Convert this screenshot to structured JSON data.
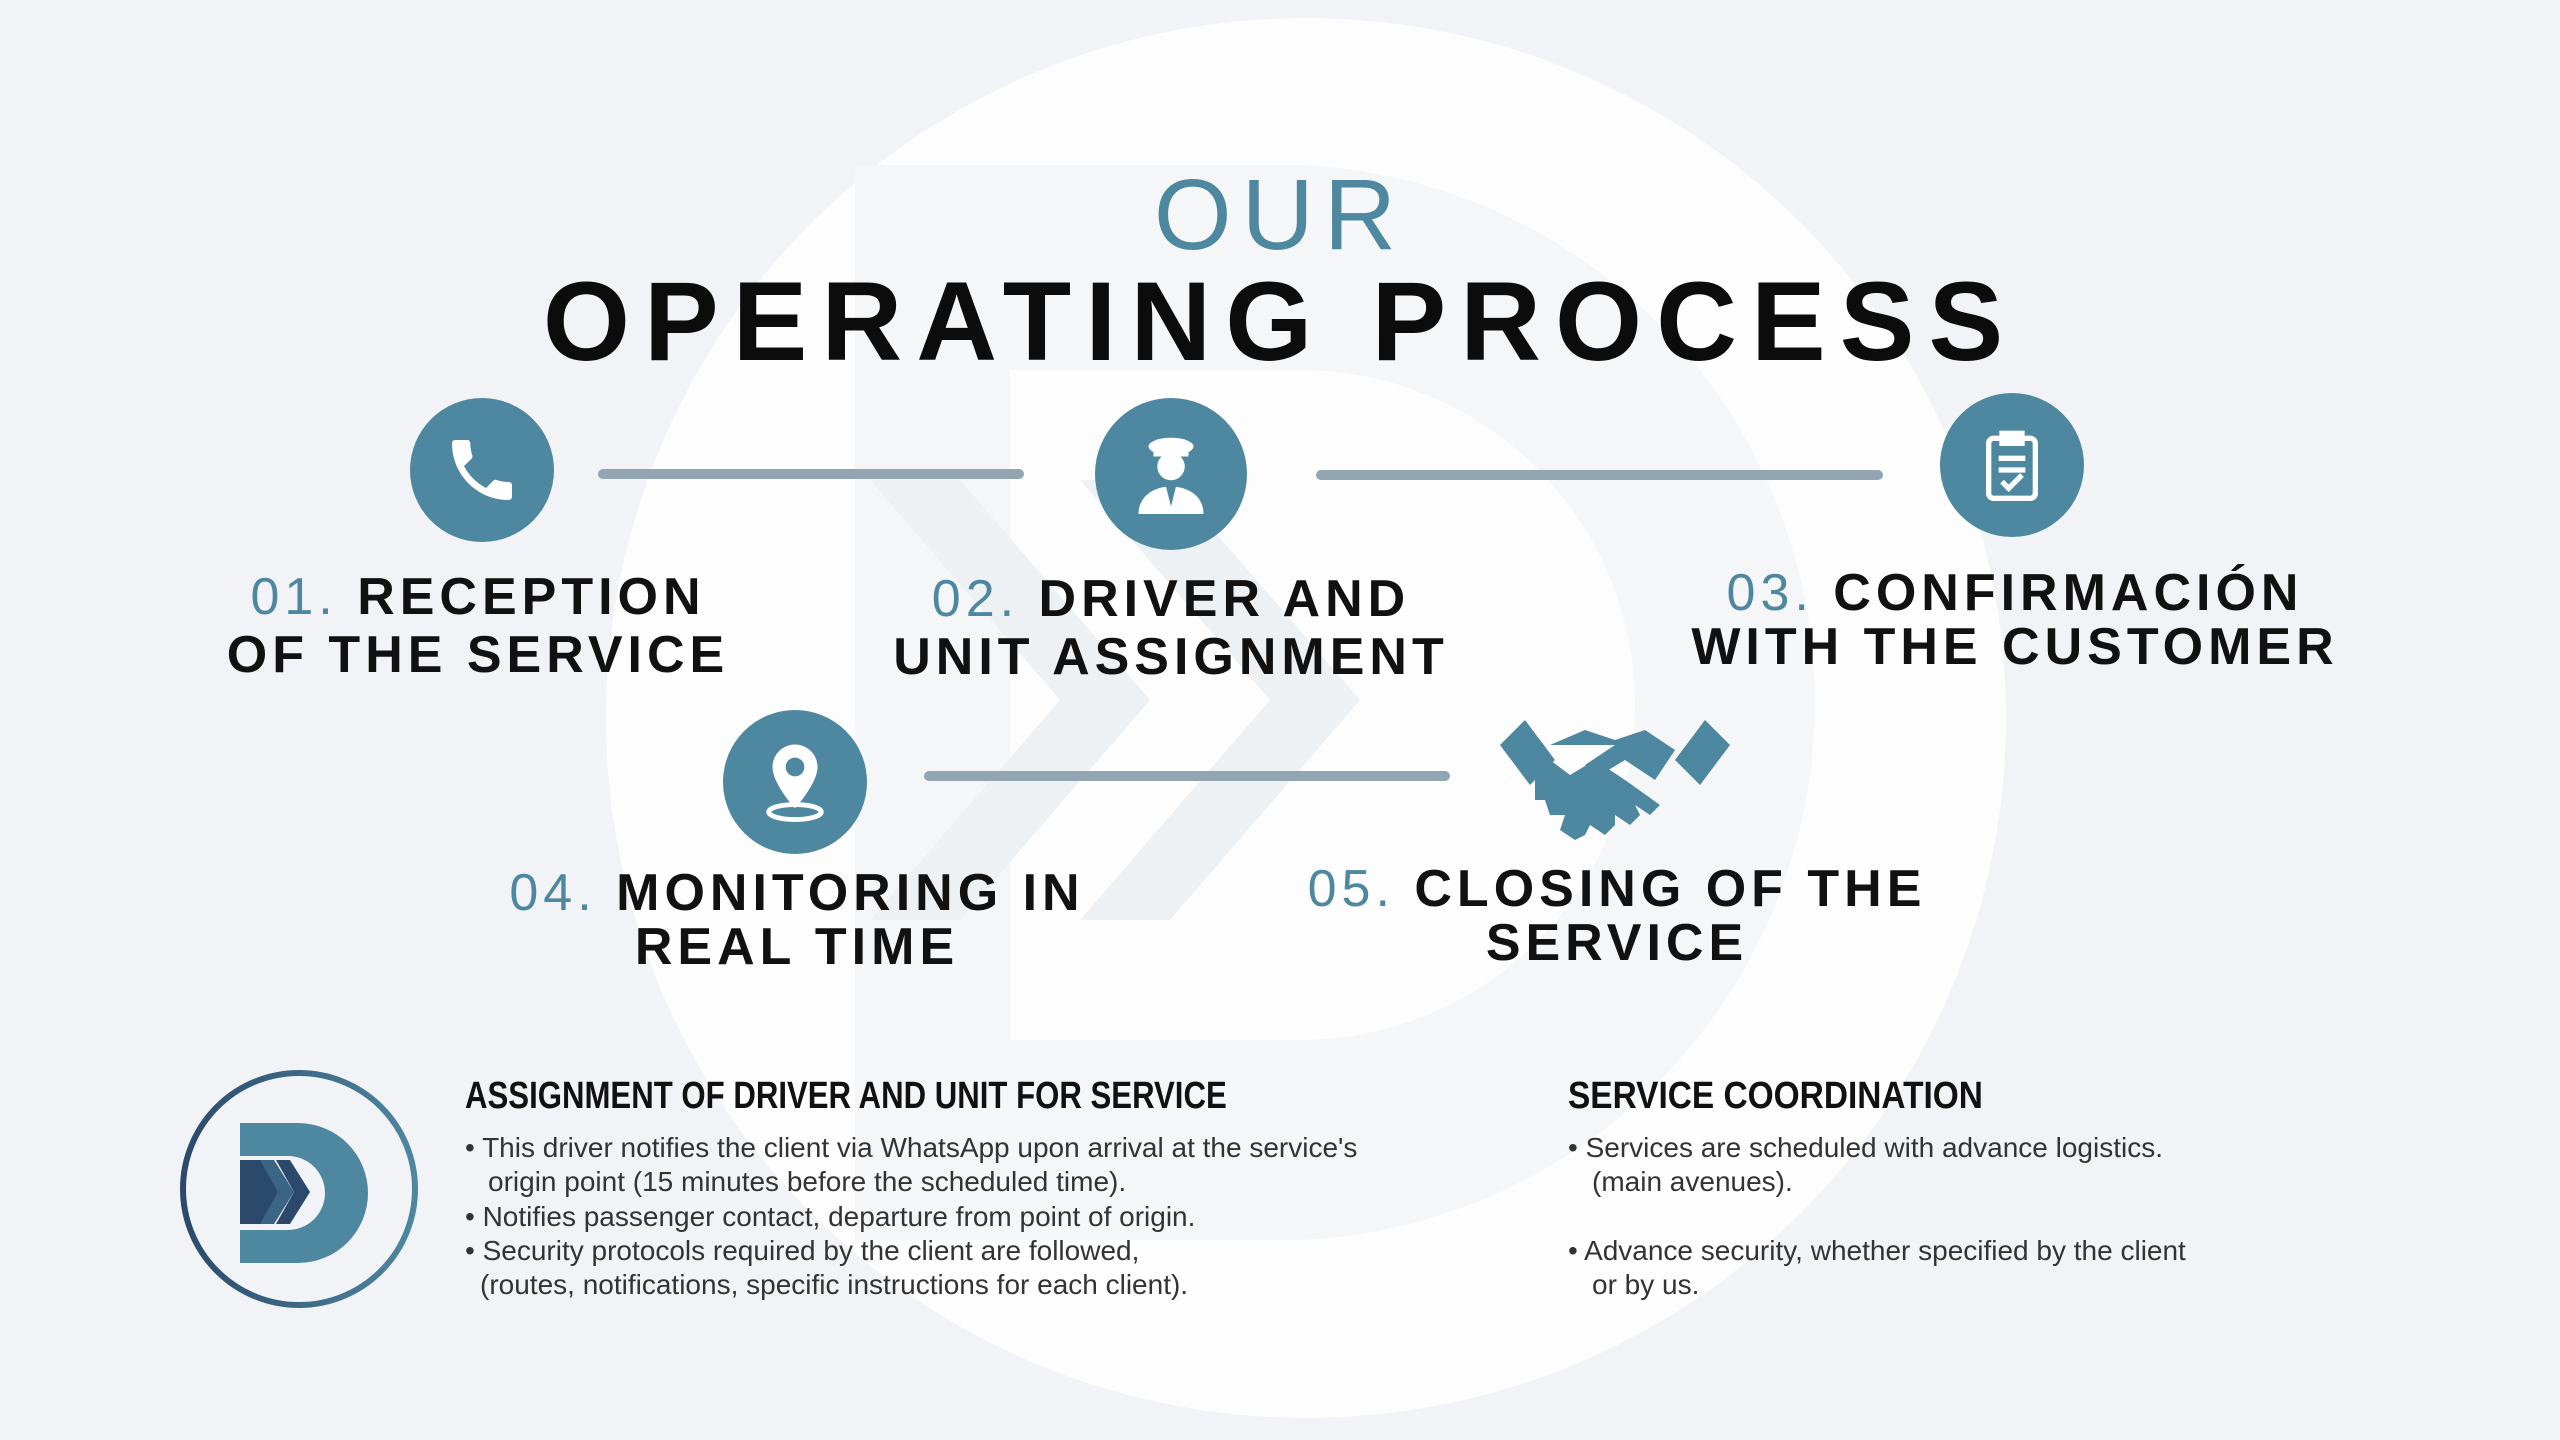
{
  "title": {
    "line1": "OUR",
    "line2": "OPERATING PROCESS"
  },
  "colors": {
    "accent": "#4e87a0",
    "connector": "#92a5b2",
    "background": "#f1f3f6",
    "logo_dark": "#2b4a6b"
  },
  "steps": [
    {
      "num": "01.",
      "line1": "RECEPTION",
      "line2": "OF THE SERVICE",
      "icon": "phone-icon"
    },
    {
      "num": "02.",
      "line1": "DRIVER AND",
      "line2": "UNIT ASSIGNMENT",
      "icon": "driver-icon"
    },
    {
      "num": "03.",
      "line1": "CONFIRMACIÓN",
      "line2": "WITH THE CUSTOMER",
      "icon": "clipboard-check-icon"
    },
    {
      "num": "04.",
      "line1": "MONITORING IN",
      "line2": "REAL TIME",
      "icon": "location-pin-icon"
    },
    {
      "num": "05.",
      "line1": "CLOSING OF THE",
      "line2": "SERVICE",
      "icon": "handshake-icon"
    }
  ],
  "sections": [
    {
      "heading": "ASSIGNMENT OF DRIVER AND UNIT FOR SERVICE",
      "lines": [
        "• This driver notifies the client via WhatsApp upon arrival at the service's",
        "origin point (15 minutes before the scheduled time).",
        "• Notifies passenger contact, departure from point of origin.",
        "• Security protocols required by the client are followed,",
        "(routes, notifications, specific instructions for each client)."
      ]
    },
    {
      "heading": "SERVICE COORDINATION",
      "lines": [
        "• Services are scheduled with advance logistics.",
        "(main avenues).",
        "• Advance security, whether specified by the client",
        "or by us."
      ]
    }
  ]
}
